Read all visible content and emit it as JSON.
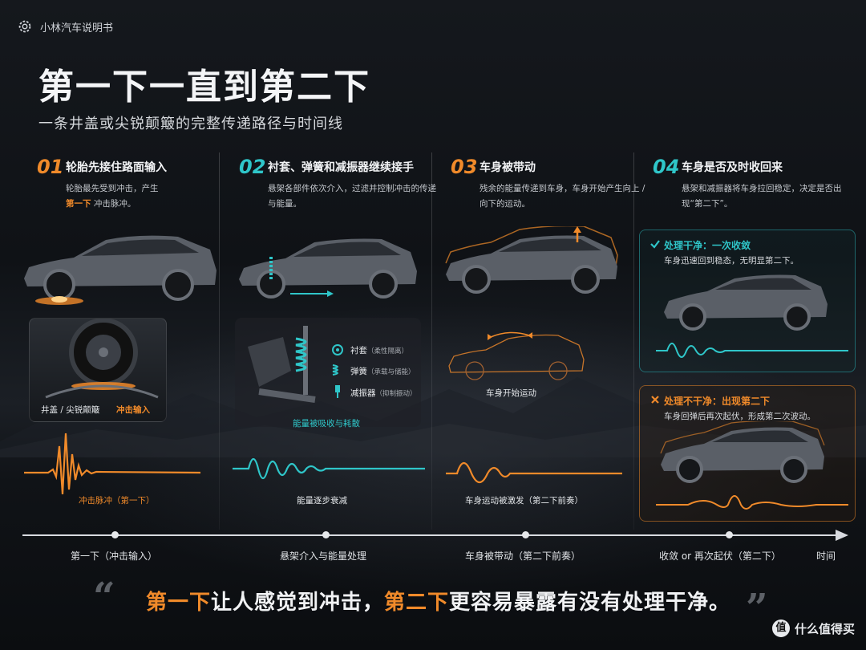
{
  "brand": {
    "name": "小林汽车说明书",
    "icon": "gear-icon"
  },
  "title": "第一下一直到第二下",
  "subtitle": "一条井盖或尖锐颠簸的完整传递路径与时间线",
  "colors": {
    "accent_orange": "#f08a2a",
    "accent_teal": "#2fc6c9"
  },
  "steps": [
    {
      "num": "01",
      "title": "轮胎先接住路面输入",
      "desc_a": "轮胎最先受到冲击，产生",
      "desc_hl": "第一下",
      "desc_b": " 冲击脉冲。",
      "caption_left": "井盖 / 尖锐颠簸",
      "caption_right": "冲击输入",
      "wave_label": "冲击脉冲（第一下）"
    },
    {
      "num": "02",
      "title": "衬套、弹簧和减振器继续接手",
      "desc": "悬架各部件依次介入，过滤并控制冲击的传递与能量。",
      "parts": [
        {
          "name": "衬套",
          "note": "（柔性隔离）"
        },
        {
          "name": "弹簧",
          "note": "（承载与储能）"
        },
        {
          "name": "减振器",
          "note": "（抑制振动）"
        }
      ],
      "caption": "能量被吸收与耗散",
      "wave_label": "能量逐步衰减"
    },
    {
      "num": "03",
      "title": "车身被带动",
      "desc": "残余的能量传递到车身，车身开始产生向上 / 向下的运动。",
      "caption": "车身开始运动",
      "wave_label": "车身运动被激发（第二下前奏）"
    },
    {
      "num": "04",
      "title": "车身是否及时收回来",
      "desc": "悬架和减振器将车身拉回稳定，决定是否出现“第二下”。",
      "good_title": "处理干净：一次收敛",
      "good_desc": "车身迅速回到稳态，无明显第二下。",
      "bad_title": "处理不干净：出现第二下",
      "bad_desc": "车身回弹后再次起伏，形成第二次波动。"
    }
  ],
  "timeline": {
    "labels": [
      "第一下（冲击输入）",
      "悬架介入与能量处理",
      "车身被带动（第二下前奏）",
      "收敛 or 再次起伏（第二下）"
    ],
    "end_label": "时间"
  },
  "quote": {
    "hl1": "第一下",
    "t1": "让人感觉到冲击，",
    "hl2": "第二下",
    "t2": "更容易暴露有没有处理干净。"
  },
  "watermark": {
    "badge": "值",
    "text": "什么值得买"
  }
}
